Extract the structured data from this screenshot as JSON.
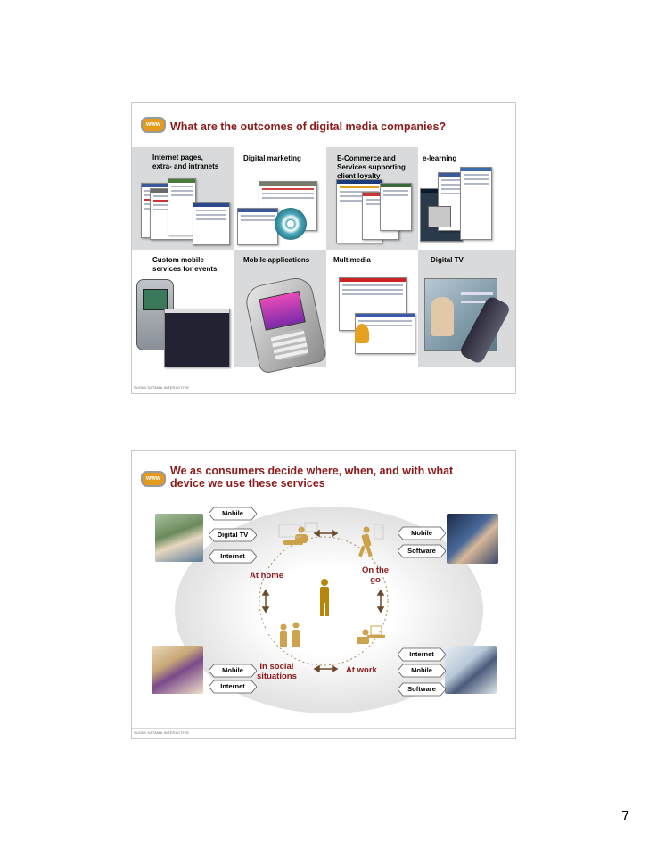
{
  "slide1": {
    "title": "What are the outcomes of digital media companies?",
    "logo": "www",
    "cells": [
      "Internet pages,\nextra- and intranets",
      "Digital marketing",
      "E-Commerce and\nServices supporting\nclient loyalty",
      "e-learning",
      "Custom mobile\nservices for events",
      "Mobile applications",
      "Multimedia",
      "Digital TV"
    ],
    "footer": "SUOMI SATAMA INTERACTIVE"
  },
  "slide2": {
    "title": "We as consumers decide where, when, and with what\ndevice we use these services",
    "logo": "www",
    "left_top_labels": [
      "Mobile",
      "Digital TV",
      "Internet"
    ],
    "right_top_labels": [
      "Mobile",
      "Software"
    ],
    "left_bottom_labels": [
      "Mobile",
      "Internet"
    ],
    "right_bottom_labels": [
      "Internet",
      "Mobile",
      "Software"
    ],
    "situations": [
      "At home",
      "On the\ngo",
      "In social\nsituations",
      "At work"
    ],
    "footer": "SUOMI SATAMA INTERACTIVE"
  },
  "page_number": "7",
  "colors": {
    "title": "#8b1a1a",
    "accent": "#e59a1c",
    "figure": "#b8860b",
    "grey": "#d9dadb"
  }
}
